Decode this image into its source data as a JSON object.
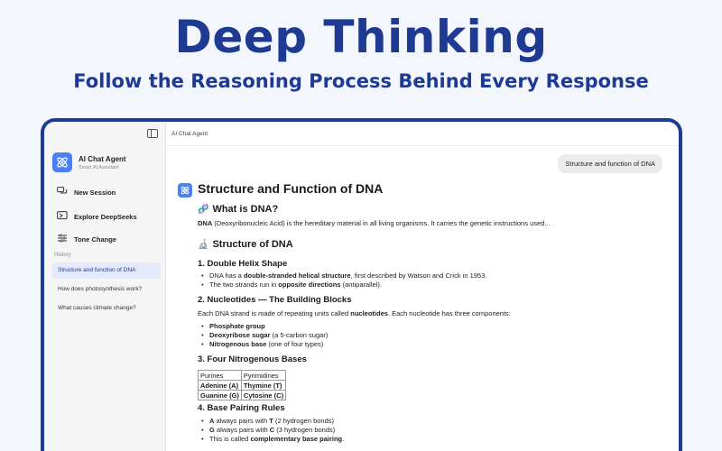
{
  "hero": {
    "title": "Deep Thinking",
    "subtitle": "Follow the Reasoning Process Behind Every Response"
  },
  "app": {
    "window_title": "AI Chat Agent",
    "brand_name": "AI Chat Agent",
    "brand_tagline": "Smart AI Assistant"
  },
  "sidebar": {
    "items": [
      {
        "label": "New Session",
        "icon": "chat-bubbles-icon"
      },
      {
        "label": "Explore DeepSeeks",
        "icon": "explore-icon"
      },
      {
        "label": "Tone Change",
        "icon": "sliders-icon"
      }
    ],
    "history_label": "History",
    "history": [
      "Structure and function of DNA",
      "How does photosynthesis work?",
      "What causes climate change?"
    ]
  },
  "chat": {
    "user_message": "Structure and function of DNA",
    "response": {
      "title": "Structure and Function of DNA",
      "what_heading": "What is DNA?",
      "what_bold": "DNA",
      "what_text": " (Deoxyribonucleic Acid) is the hereditary material in all living organisms. It carries the genetic instructions used...",
      "structure_heading": "Structure of DNA",
      "s1_heading": "1. Double Helix Shape",
      "s1_b1_pre": "DNA has a ",
      "s1_b1_bold": "double-stranded helical structure",
      "s1_b1_post": ", first described by Watson and Crick in 1953.",
      "s1_b2_pre": "The two strands run in ",
      "s1_b2_bold": "opposite directions",
      "s1_b2_post": " (antiparallel).",
      "s2_heading": "2. Nucleotides — The Building Blocks",
      "s2_text_pre": "Each DNA strand is made of repeating units called ",
      "s2_text_bold": "nucleotides",
      "s2_text_post": ". Each nucleotide has three components:",
      "s2_b1_bold": "Phosphate group",
      "s2_b2_bold": "Deoxyribose sugar",
      "s2_b2_post": " (a 5-carbon sugar)",
      "s2_b3_bold": "Nitrogenous base",
      "s2_b3_post": " (one of four types)",
      "s3_heading": "3. Four Nitrogenous Bases",
      "table": {
        "headers": [
          "Purines",
          "Pyrimidines"
        ],
        "rows": [
          [
            "Adenine (A)",
            "Thymine (T)"
          ],
          [
            "Guanine (G)",
            "Cytosine (C)"
          ]
        ]
      },
      "s4_heading": "4. Base Pairing Rules",
      "s4_b1_bold1": "A",
      "s4_b1_mid": " always pairs with ",
      "s4_b1_bold2": "T",
      "s4_b1_post": " (2 hydrogen bonds)",
      "s4_b2_bold1": "G",
      "s4_b2_mid": " always pairs with ",
      "s4_b2_bold2": "C",
      "s4_b2_post": " (3 hydrogen bonds)",
      "s4_b3_pre": "This is called ",
      "s4_b3_bold": "complementary base pairing",
      "s4_b3_post": "."
    }
  },
  "colors": {
    "brand": "#1f3a93",
    "accent": "#4a7ff5"
  }
}
